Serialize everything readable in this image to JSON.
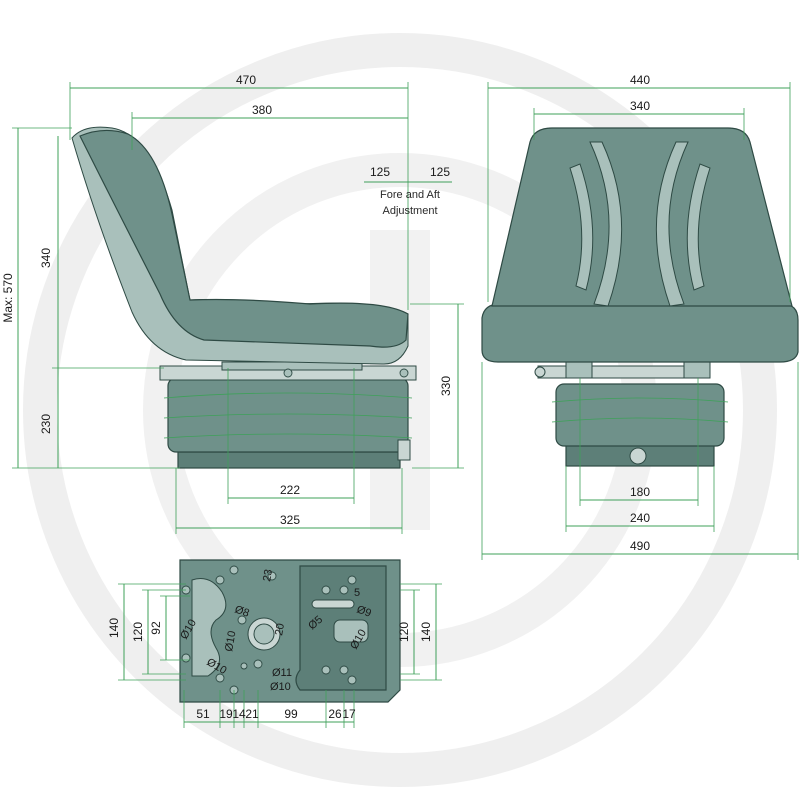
{
  "side_view": {
    "dim_overall_length": "470",
    "dim_backrest_length": "380",
    "dim_adjust_fore": "125",
    "dim_adjust_aft": "125",
    "adjust_label_line1": "Fore and Aft",
    "adjust_label_line2": "Adjustment",
    "dim_max_height": "Max: 570",
    "dim_backrest_height": "340",
    "dim_base_height": "230",
    "dim_seat_height": "330",
    "dim_rail_spacing": "222",
    "dim_base_width": "325"
  },
  "front_view": {
    "dim_backrest_width": "440",
    "dim_backrest_inner": "340",
    "dim_slot_spacing": "180",
    "dim_base_width": "240",
    "dim_cushion_width": "490"
  },
  "base_plate": {
    "dim_left_outer": "140",
    "dim_left_mid": "120",
    "dim_left_inner": "92",
    "dim_right_inner": "120",
    "dim_right_outer": "140",
    "bottom_dims": [
      "51",
      "19",
      "14",
      "21",
      "99",
      "26",
      "17"
    ],
    "hole_labels": [
      "23",
      "5",
      "Ø8",
      "Ø9",
      "20",
      "Ø5",
      "Ø10",
      "Ø10",
      "Ø10",
      "Ø11",
      "Ø10",
      "Ø10"
    ]
  },
  "colors": {
    "seat_body": "#6f918a",
    "seat_highlight": "#a9c0bb",
    "dimension_line": "#3fa05a",
    "watermark": "#eeeeee"
  }
}
